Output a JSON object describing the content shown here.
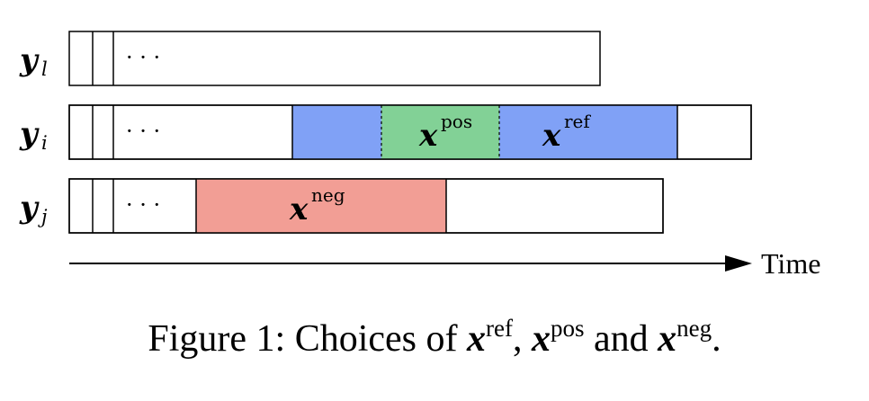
{
  "rows": [
    {
      "symbol": "y",
      "subscript": "l"
    },
    {
      "symbol": "y",
      "subscript": "i"
    },
    {
      "symbol": "y",
      "subscript": "j"
    }
  ],
  "ellipsis": "· · ·",
  "segments": {
    "x_symbol": "x",
    "pos_sup": "pos",
    "ref_sup": "ref",
    "neg_sup": "neg"
  },
  "axis": {
    "label": "Time"
  },
  "colors": {
    "blue": "#80A1F6",
    "green": "#82D196",
    "red": "#F29E95",
    "stroke": "#000000"
  },
  "caption": {
    "prefix": "Figure 1: Choices of ",
    "x": "x",
    "ref": "ref",
    "sep1": ", ",
    "pos": "pos",
    "sep2": " and ",
    "neg": "neg",
    "suffix": "."
  }
}
